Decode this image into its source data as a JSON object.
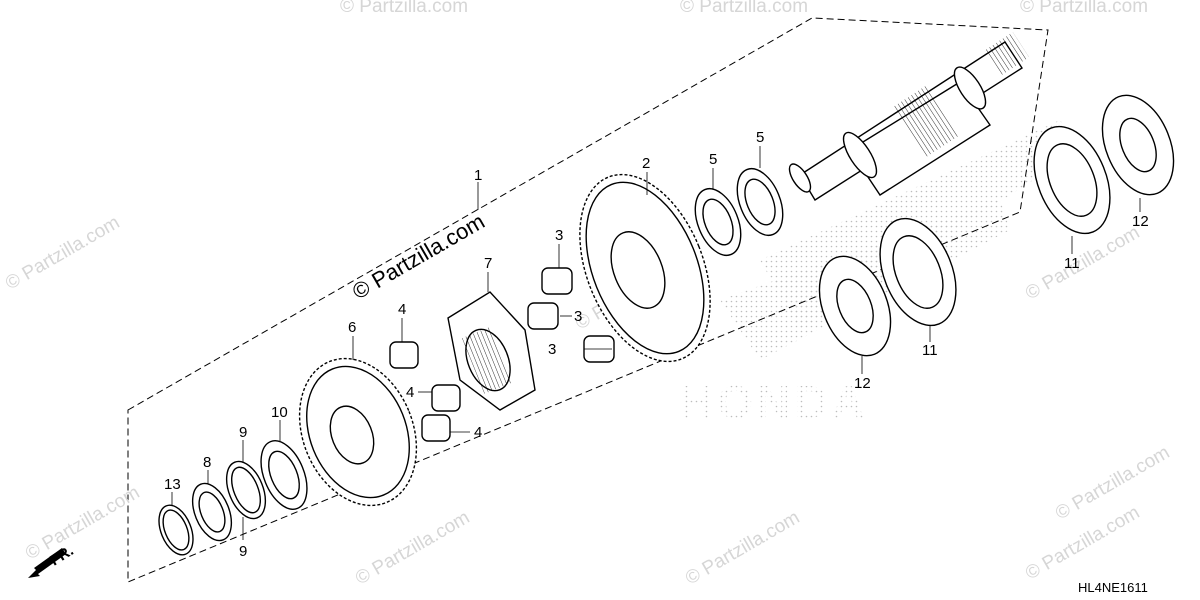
{
  "watermark_text": "© Partzilla.com",
  "center_watermark_text": "© Partzilla.com",
  "brand_watermark_text": "HONDA",
  "diagram_code": "HL4NE1611",
  "front_indicator_label": "FR.",
  "callouts": {
    "c1": "1",
    "c2": "2",
    "c3a": "3",
    "c3b": "3",
    "c3c": "3",
    "c4a": "4",
    "c4b": "4",
    "c4c": "4",
    "c5a": "5",
    "c5b": "5",
    "c6": "6",
    "c7": "7",
    "c8": "8",
    "c9a": "9",
    "c9b": "9",
    "c10": "10",
    "c11a": "11",
    "c11b": "11",
    "c12a": "12",
    "c12b": "12",
    "c13": "13"
  }
}
